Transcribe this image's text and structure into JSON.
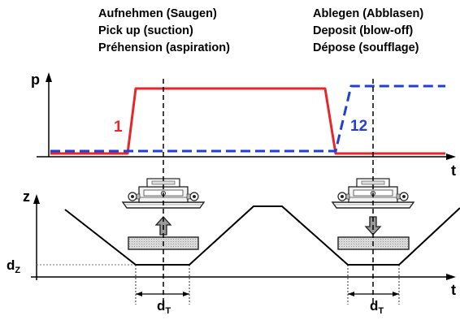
{
  "headings": {
    "pickup": {
      "lines": [
        "Aufnehmen (Saugen)",
        "Pick up (suction)",
        "Préhension (aspiration)"
      ]
    },
    "deposit": {
      "lines": [
        "Ablegen (Abblasen)",
        "Deposit (blow-off)",
        "Dépose (soufflage)"
      ]
    }
  },
  "pressure_chart": {
    "y_axis_label": "p",
    "x_axis_label": "t",
    "curves": [
      {
        "label": "1",
        "color": "#e8262a",
        "style": "solid"
      },
      {
        "label": "12",
        "color": "#1f3fd6",
        "style": "dashed"
      }
    ]
  },
  "stroke_chart": {
    "y_axis_label": "z",
    "x_axis_label": "t",
    "dz_label": "d",
    "dz_subscript": "Z",
    "dt_label": "d",
    "dt_subscript": "T",
    "arrows": [
      {
        "direction": "up",
        "phase": "pickup"
      },
      {
        "direction": "down",
        "phase": "deposit"
      }
    ]
  },
  "colors": {
    "vacuum_curve": "#e8262a",
    "blowoff_curve": "#1f3fd6",
    "axes": "#000000",
    "workpiece_fill": "#cfcfcf",
    "arrow_fill": "#9a9a9a"
  }
}
